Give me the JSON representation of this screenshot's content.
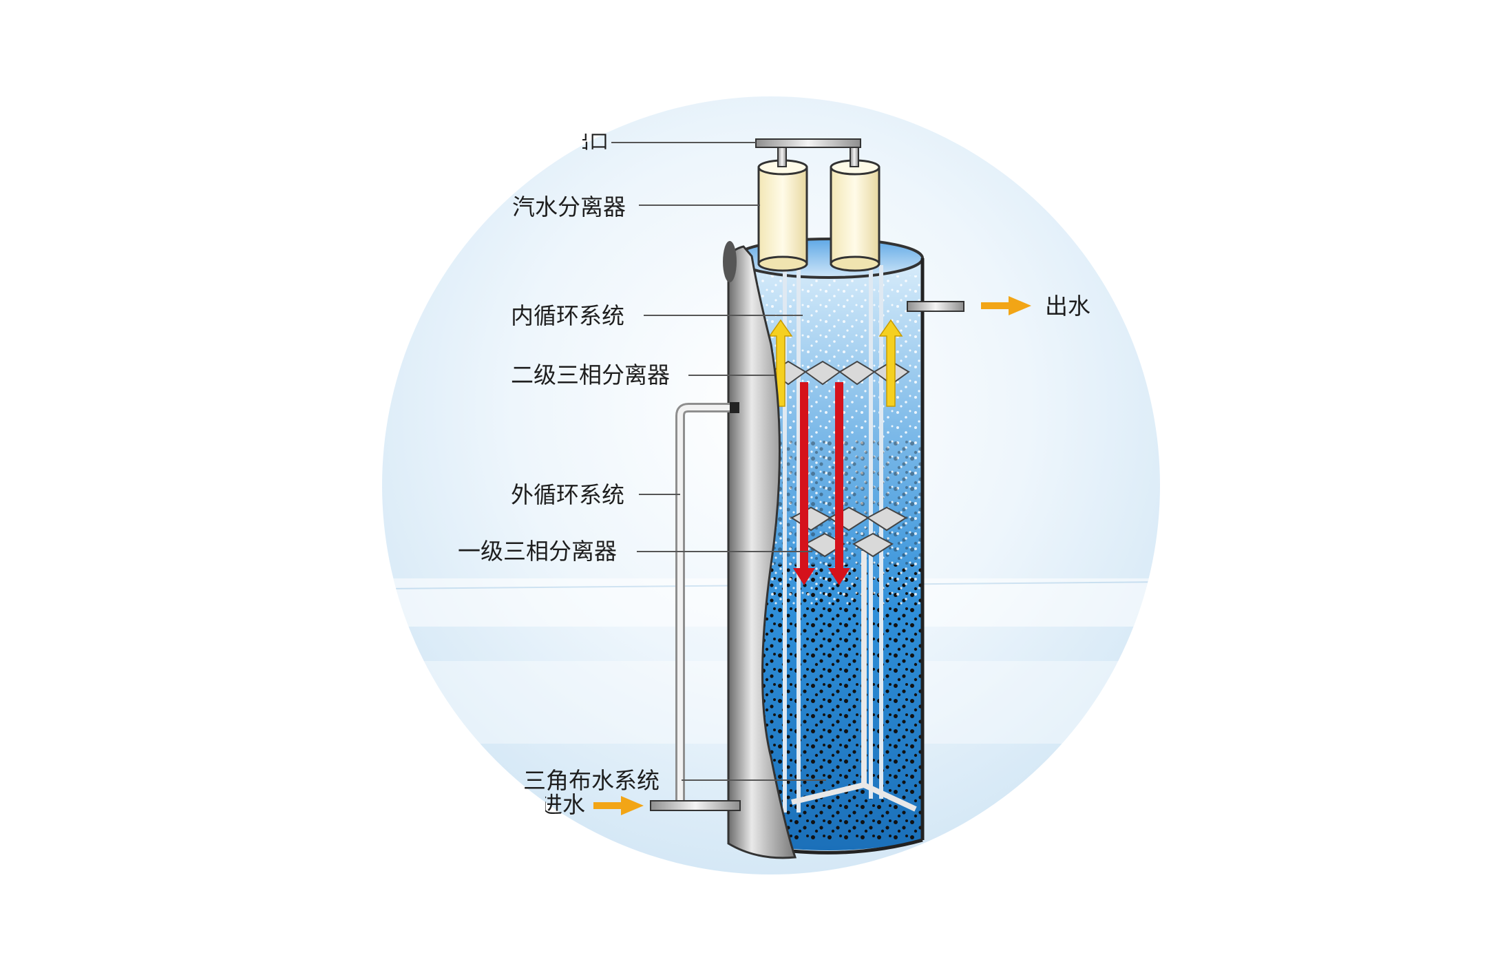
{
  "diagram": {
    "labels": {
      "biogas_outlet_partial": "沼气出口",
      "gas_water_separator": "汽水分离器",
      "internal_circulation": "内循环系统",
      "secondary_separator": "二级三相分离器",
      "external_circulation": "外循环系统",
      "primary_separator": "一级三相分离器",
      "distribution_system_partial": "三角布水系统",
      "inlet_water_partial": "进水",
      "outlet_water": "出水"
    },
    "colors": {
      "flow_arrow_up": "#f5d020",
      "flow_arrow_down": "#d5121b",
      "io_arrow": "#f2a516",
      "background_circle": "#e6f2fb",
      "water": "#2f8fd9"
    }
  }
}
